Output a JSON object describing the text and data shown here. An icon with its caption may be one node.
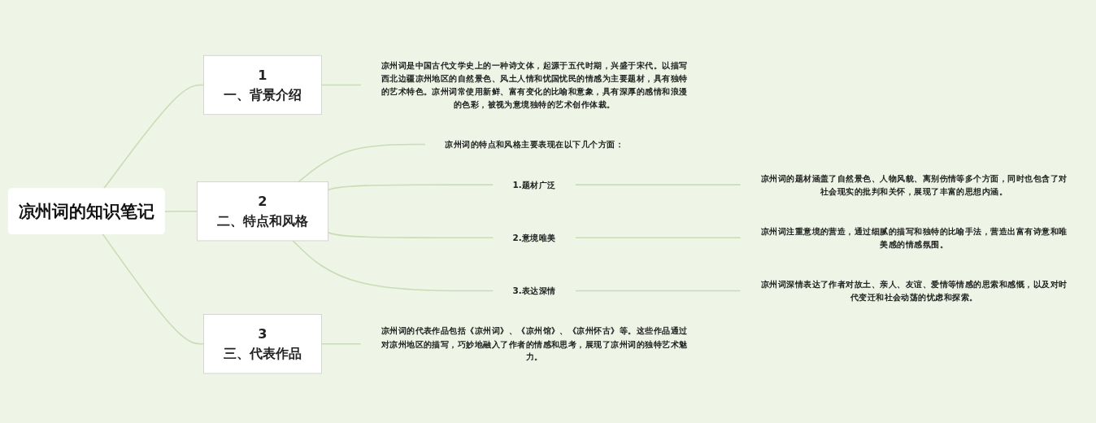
{
  "diagram": {
    "nodes": [
      {
        "text": [
          "凉州词的知识笔记"
        ]
      },
      {
        "text": [
          "1",
          "一、背景介绍"
        ]
      },
      {
        "text": [
          "凉州词是中国古代文学史上的一种诗文体，起源于五代时期，兴盛于宋代。以描写西北边疆凉州地区的自然景色、风土人情和忧国忧民的情感为主要题材，具有独特的艺术特色。凉州词常使用新鲜、富有变化的比喻和意象，具有深厚的感情和浪漫的色彩，被视为意境独特的艺术创作体裁。"
        ]
      },
      {
        "text": [
          "2",
          "二、特点和风格"
        ]
      },
      {
        "text": [
          "凉州词的特点和风格主要表现在以下几个方面："
        ]
      },
      {
        "text": [
          "1.题材广泛"
        ]
      },
      {
        "text": [
          "凉州词的题材涵盖了自然景色、人物风貌、离别伤情等多个方面，同时也包含了对社会现实的批判和关怀，展现了丰富的思想内涵。"
        ]
      },
      {
        "text": [
          "2.意境唯美"
        ]
      },
      {
        "text": [
          "凉州词注重意境的营造，通过细腻的描写和独特的比喻手法，营造出富有诗意和唯美感的情感氛围。"
        ]
      },
      {
        "text": [
          "3.表达深情"
        ]
      },
      {
        "text": [
          "凉州词深情表达了作者对故土、亲人、友谊、爱情等情感的思索和感慨，以及对时代变迁和社会动荡的忧虑和探索。"
        ]
      },
      {
        "text": [
          "3",
          "三、代表作品"
        ]
      },
      {
        "text": [
          "凉州词的代表作品包括《凉州词》、《凉州馆》、《凉州怀古》等。这些作品通过对凉州地区的描写，巧妙地融入了作者的情感和思考，展现了凉州词的独特艺术魅力。"
        ]
      }
    ],
    "edges": [
      {
        "from": 0,
        "to": 1,
        "arrow": "none"
      },
      {
        "from": 1,
        "to": 2,
        "arrow": "none"
      },
      {
        "from": 0,
        "to": 3,
        "arrow": "none"
      },
      {
        "from": 3,
        "to": 4,
        "arrow": "none"
      },
      {
        "from": 3,
        "to": 5,
        "arrow": "none"
      },
      {
        "from": 5,
        "to": 6,
        "arrow": "none"
      },
      {
        "from": 3,
        "to": 7,
        "arrow": "none"
      },
      {
        "from": 7,
        "to": 8,
        "arrow": "none"
      },
      {
        "from": 3,
        "to": 9,
        "arrow": "none"
      },
      {
        "from": 9,
        "to": 10,
        "arrow": "none"
      },
      {
        "from": 0,
        "to": 11,
        "arrow": "none"
      },
      {
        "from": 11,
        "to": 12,
        "arrow": "none"
      }
    ]
  }
}
